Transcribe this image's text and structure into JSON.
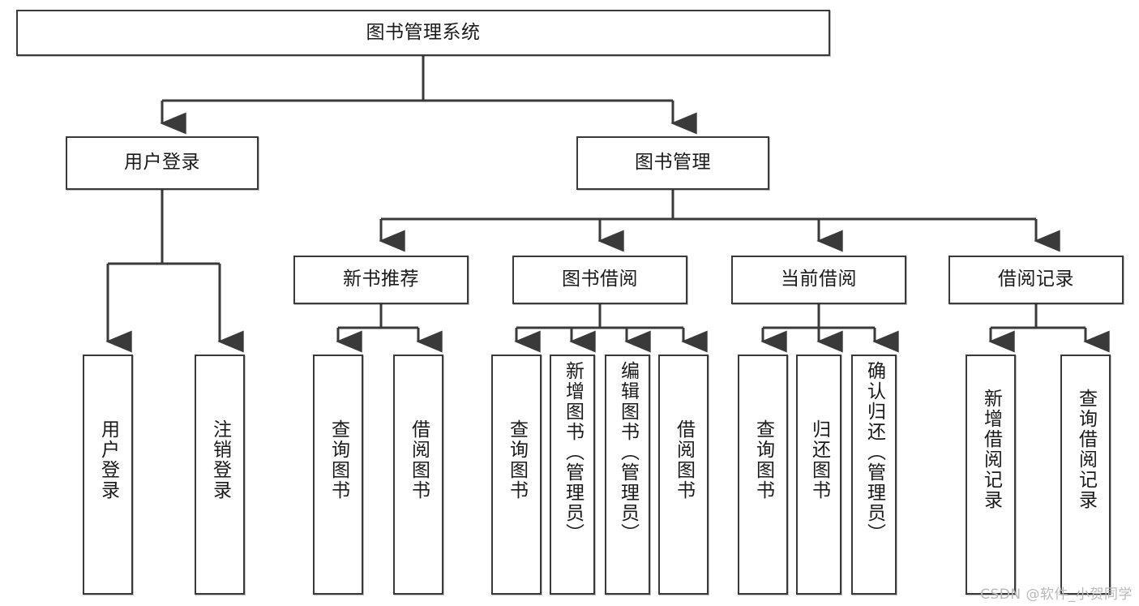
{
  "diagram": {
    "title": "图书管理系统",
    "type": "hierarchy-tree",
    "watermark": "CSDN @软件_小贺同学",
    "colors": {
      "box_border": "#3a3a3a",
      "box_fill": "#ffffff",
      "connector": "#3a3a3a",
      "text": "#1a1a1a",
      "watermark": "#b9b9b9"
    },
    "levels": {
      "root": {
        "label": "图书管理系统"
      },
      "level2": [
        {
          "label": "用户登录"
        },
        {
          "label": "图书管理"
        }
      ],
      "level3": [
        {
          "label": "新书推荐"
        },
        {
          "label": "图书借阅"
        },
        {
          "label": "当前借阅"
        },
        {
          "label": "借阅记录"
        }
      ],
      "leaves": {
        "user_login": [
          {
            "label": "用户登录"
          },
          {
            "label": "注销登录"
          }
        ],
        "new_book_recommend": [
          {
            "label": "查询图书"
          },
          {
            "label": "借阅图书"
          }
        ],
        "book_borrow": [
          {
            "label": "查询图书"
          },
          {
            "label": "新增图书（管理员）"
          },
          {
            "label": "编辑图书（管理员）"
          },
          {
            "label": "借阅图书"
          }
        ],
        "current_borrow": [
          {
            "label": "查询图书"
          },
          {
            "label": "归还图书"
          },
          {
            "label": "确认归还（管理员）"
          }
        ],
        "borrow_record": [
          {
            "label": "新增借阅记录"
          },
          {
            "label": "查询借阅记录"
          }
        ]
      }
    }
  }
}
